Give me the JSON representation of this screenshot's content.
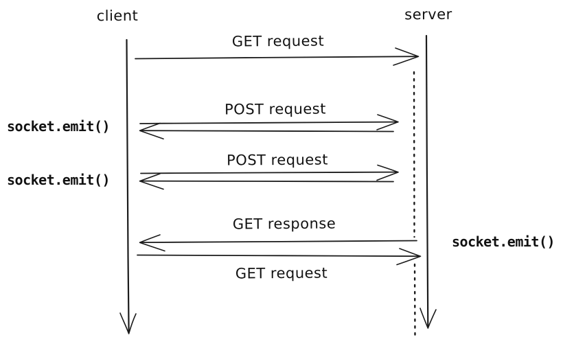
{
  "colors": {
    "ink": "#1b1b1b",
    "background": "#ffffff"
  },
  "diagram": {
    "actors": {
      "client": "client",
      "server": "server"
    },
    "messages": [
      {
        "label": "GET request",
        "from": "client",
        "to": "server",
        "reply_arrow": false
      },
      {
        "label": "POST request",
        "from": "client",
        "to": "server",
        "reply_arrow": true
      },
      {
        "label": "POST request",
        "from": "client",
        "to": "server",
        "reply_arrow": true
      },
      {
        "label": "GET response",
        "from": "server",
        "to": "client",
        "reply_arrow": false
      },
      {
        "label": "GET request",
        "from": "client",
        "to": "server",
        "reply_arrow": false
      }
    ],
    "annotations": [
      {
        "label": "socket.emit()",
        "side": "left"
      },
      {
        "label": "socket.emit()",
        "side": "left"
      },
      {
        "label": "socket.emit()",
        "side": "right"
      }
    ]
  }
}
